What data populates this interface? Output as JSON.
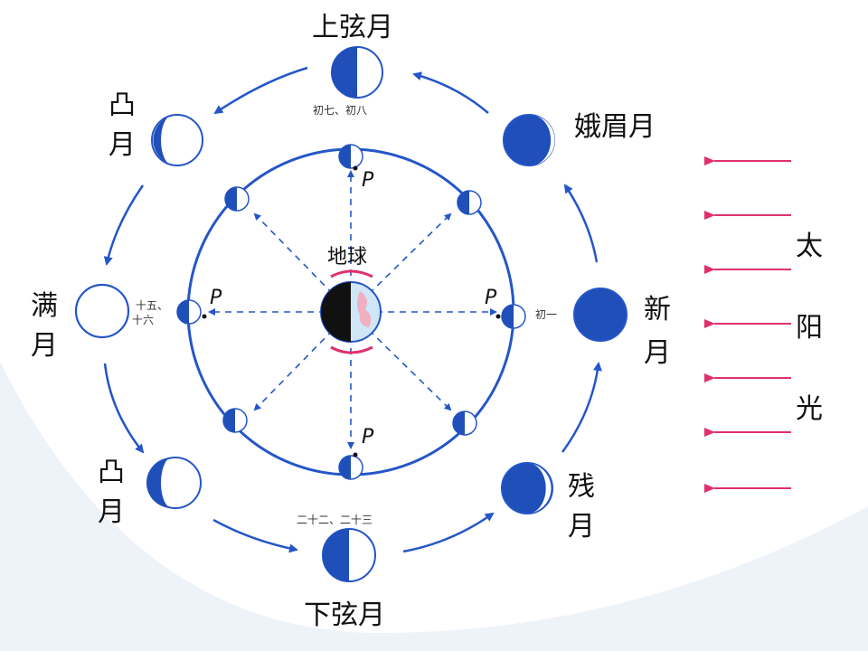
{
  "colors": {
    "moon_blue": "#1f4fb8",
    "orbit_blue": "#2456c8",
    "sunlight_red": "#e0306a",
    "background_tint": "#e9f0f8"
  },
  "labels": {
    "first_quarter": "上弦月",
    "first_quarter_days": "初七、初八",
    "waxing_crescent": "娥眉月",
    "new_moon": "新月",
    "new_moon_day": "初一",
    "waning_crescent": "残月",
    "last_quarter": "下弦月",
    "last_quarter_days": "二十二、二十三",
    "gibbous_top": "凸月",
    "full_moon": "满月",
    "full_moon_days_a": "十五、",
    "full_moon_days_b": "十六",
    "gibbous_bottom": "凸月",
    "earth": "地球",
    "p": "P",
    "sunlight": "太阳光"
  },
  "icons": [
    "moon-phase-icon",
    "sunlight-arrow-icon",
    "orbit-arrow-icon",
    "earth-icon"
  ]
}
